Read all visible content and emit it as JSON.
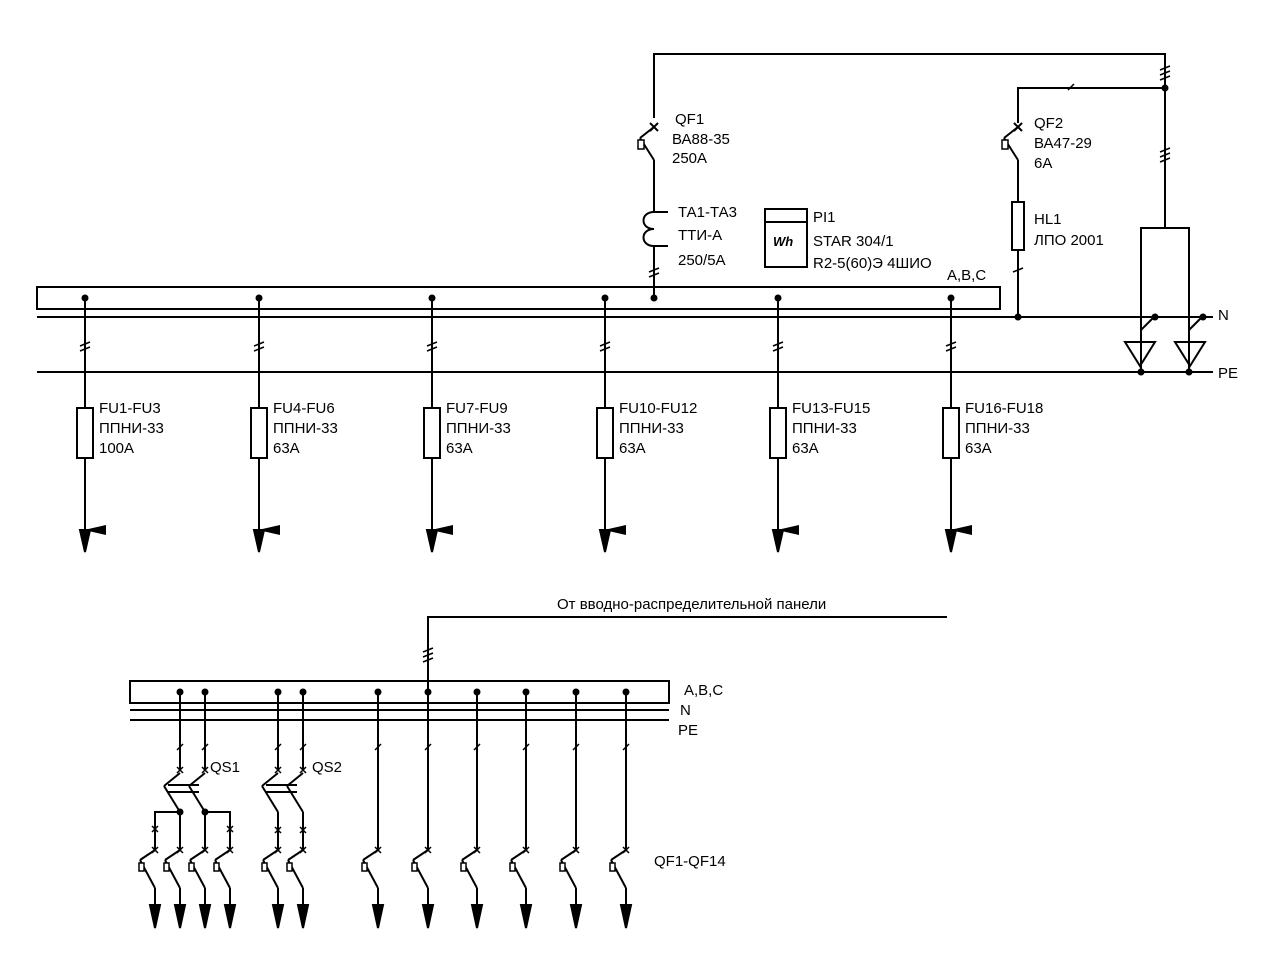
{
  "top": {
    "bus_label": "A,B,C",
    "n_label": "N",
    "pe_label": "PE",
    "qf1": [
      "QF1",
      "ВА88-35",
      "250А"
    ],
    "ta": [
      "ТА1-ТА3",
      "ТТИ-А",
      "250/5А"
    ],
    "meter": [
      "PI1",
      "STAR 304/1",
      "R2-5(60)Э 4ШИО"
    ],
    "meter_symbol": "Wh",
    "qf2": [
      "QF2",
      "ВА47-29",
      "6А"
    ],
    "hl1": [
      "HL1",
      "ЛПО 2001"
    ],
    "feeders": [
      [
        "FU1-FU3",
        "ППНИ-33",
        "100А"
      ],
      [
        "FU4-FU6",
        "ППНИ-33",
        "63А"
      ],
      [
        "FU7-FU9",
        "ППНИ-33",
        "63А"
      ],
      [
        "FU10-FU12",
        "ППНИ-33",
        "63А"
      ],
      [
        "FU13-FU15",
        "ППНИ-33",
        "63А"
      ],
      [
        "FU16-FU18",
        "ППНИ-33",
        "63А"
      ]
    ]
  },
  "bottom": {
    "source_label": "От вводно-распределительной панели",
    "bus_label": "A,B,C",
    "n_label": "N",
    "pe_label": "PE",
    "qs1": "QS1",
    "qs2": "QS2",
    "qf_group": "QF1-QF14"
  }
}
